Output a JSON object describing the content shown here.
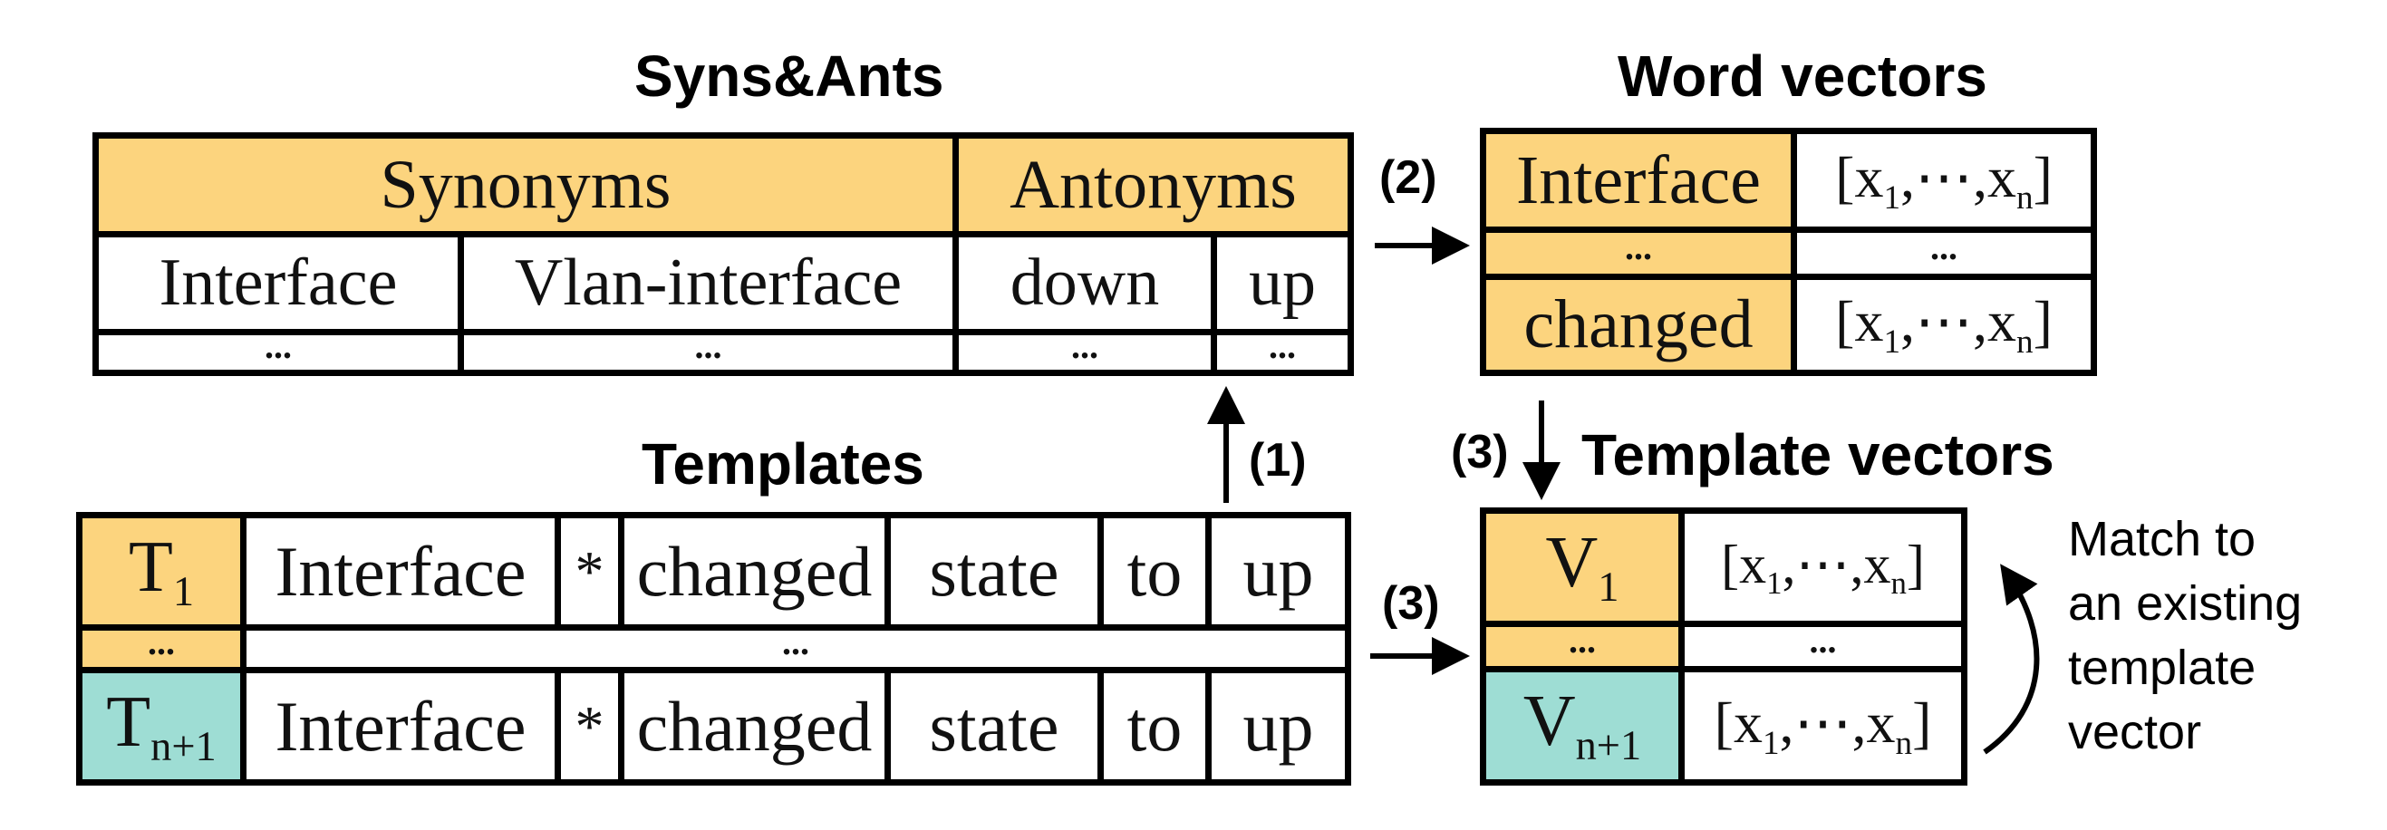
{
  "titles": {
    "syns_ants": "Syns&Ants",
    "word_vectors": "Word vectors",
    "templates": "Templates",
    "template_vectors": "Template vectors"
  },
  "syns_ants": {
    "header_synonyms": "Synonyms",
    "header_antonyms": "Antonyms",
    "row": [
      "Interface",
      "Vlan-interface",
      "down",
      "up"
    ],
    "ellipsis": "..."
  },
  "word_vectors": {
    "rows": [
      {
        "word": "Interface",
        "vector": "[x1,⋯,xn]"
      },
      {
        "word": "...",
        "vector": "..."
      },
      {
        "word": "changed",
        "vector": "[x1,⋯,xn]"
      }
    ]
  },
  "templates": {
    "rows": [
      {
        "id": "T1",
        "tokens": [
          "Interface",
          "*",
          "changed",
          "state",
          "to",
          "up"
        ]
      },
      {
        "id": "...",
        "tokens": [
          "..."
        ]
      },
      {
        "id": "Tn+1",
        "tokens": [
          "Interface",
          "*",
          "changed",
          "state",
          "to",
          "up"
        ]
      }
    ]
  },
  "template_vectors": {
    "rows": [
      {
        "id": "V1",
        "vector": "[x1,⋯,xn]"
      },
      {
        "id": "...",
        "vector": "..."
      },
      {
        "id": "Vn+1",
        "vector": "[x1,⋯,xn]"
      }
    ]
  },
  "arrows": {
    "step1": "(1)",
    "step2": "(2)",
    "step3a": "(3)",
    "step3b": "(3)"
  },
  "match_note": [
    "Match to",
    "an existing",
    "template",
    "vector"
  ],
  "colors": {
    "header_fill": "#FCD47E",
    "new_entry_fill": "#9EDDD4",
    "line": "#000000"
  }
}
